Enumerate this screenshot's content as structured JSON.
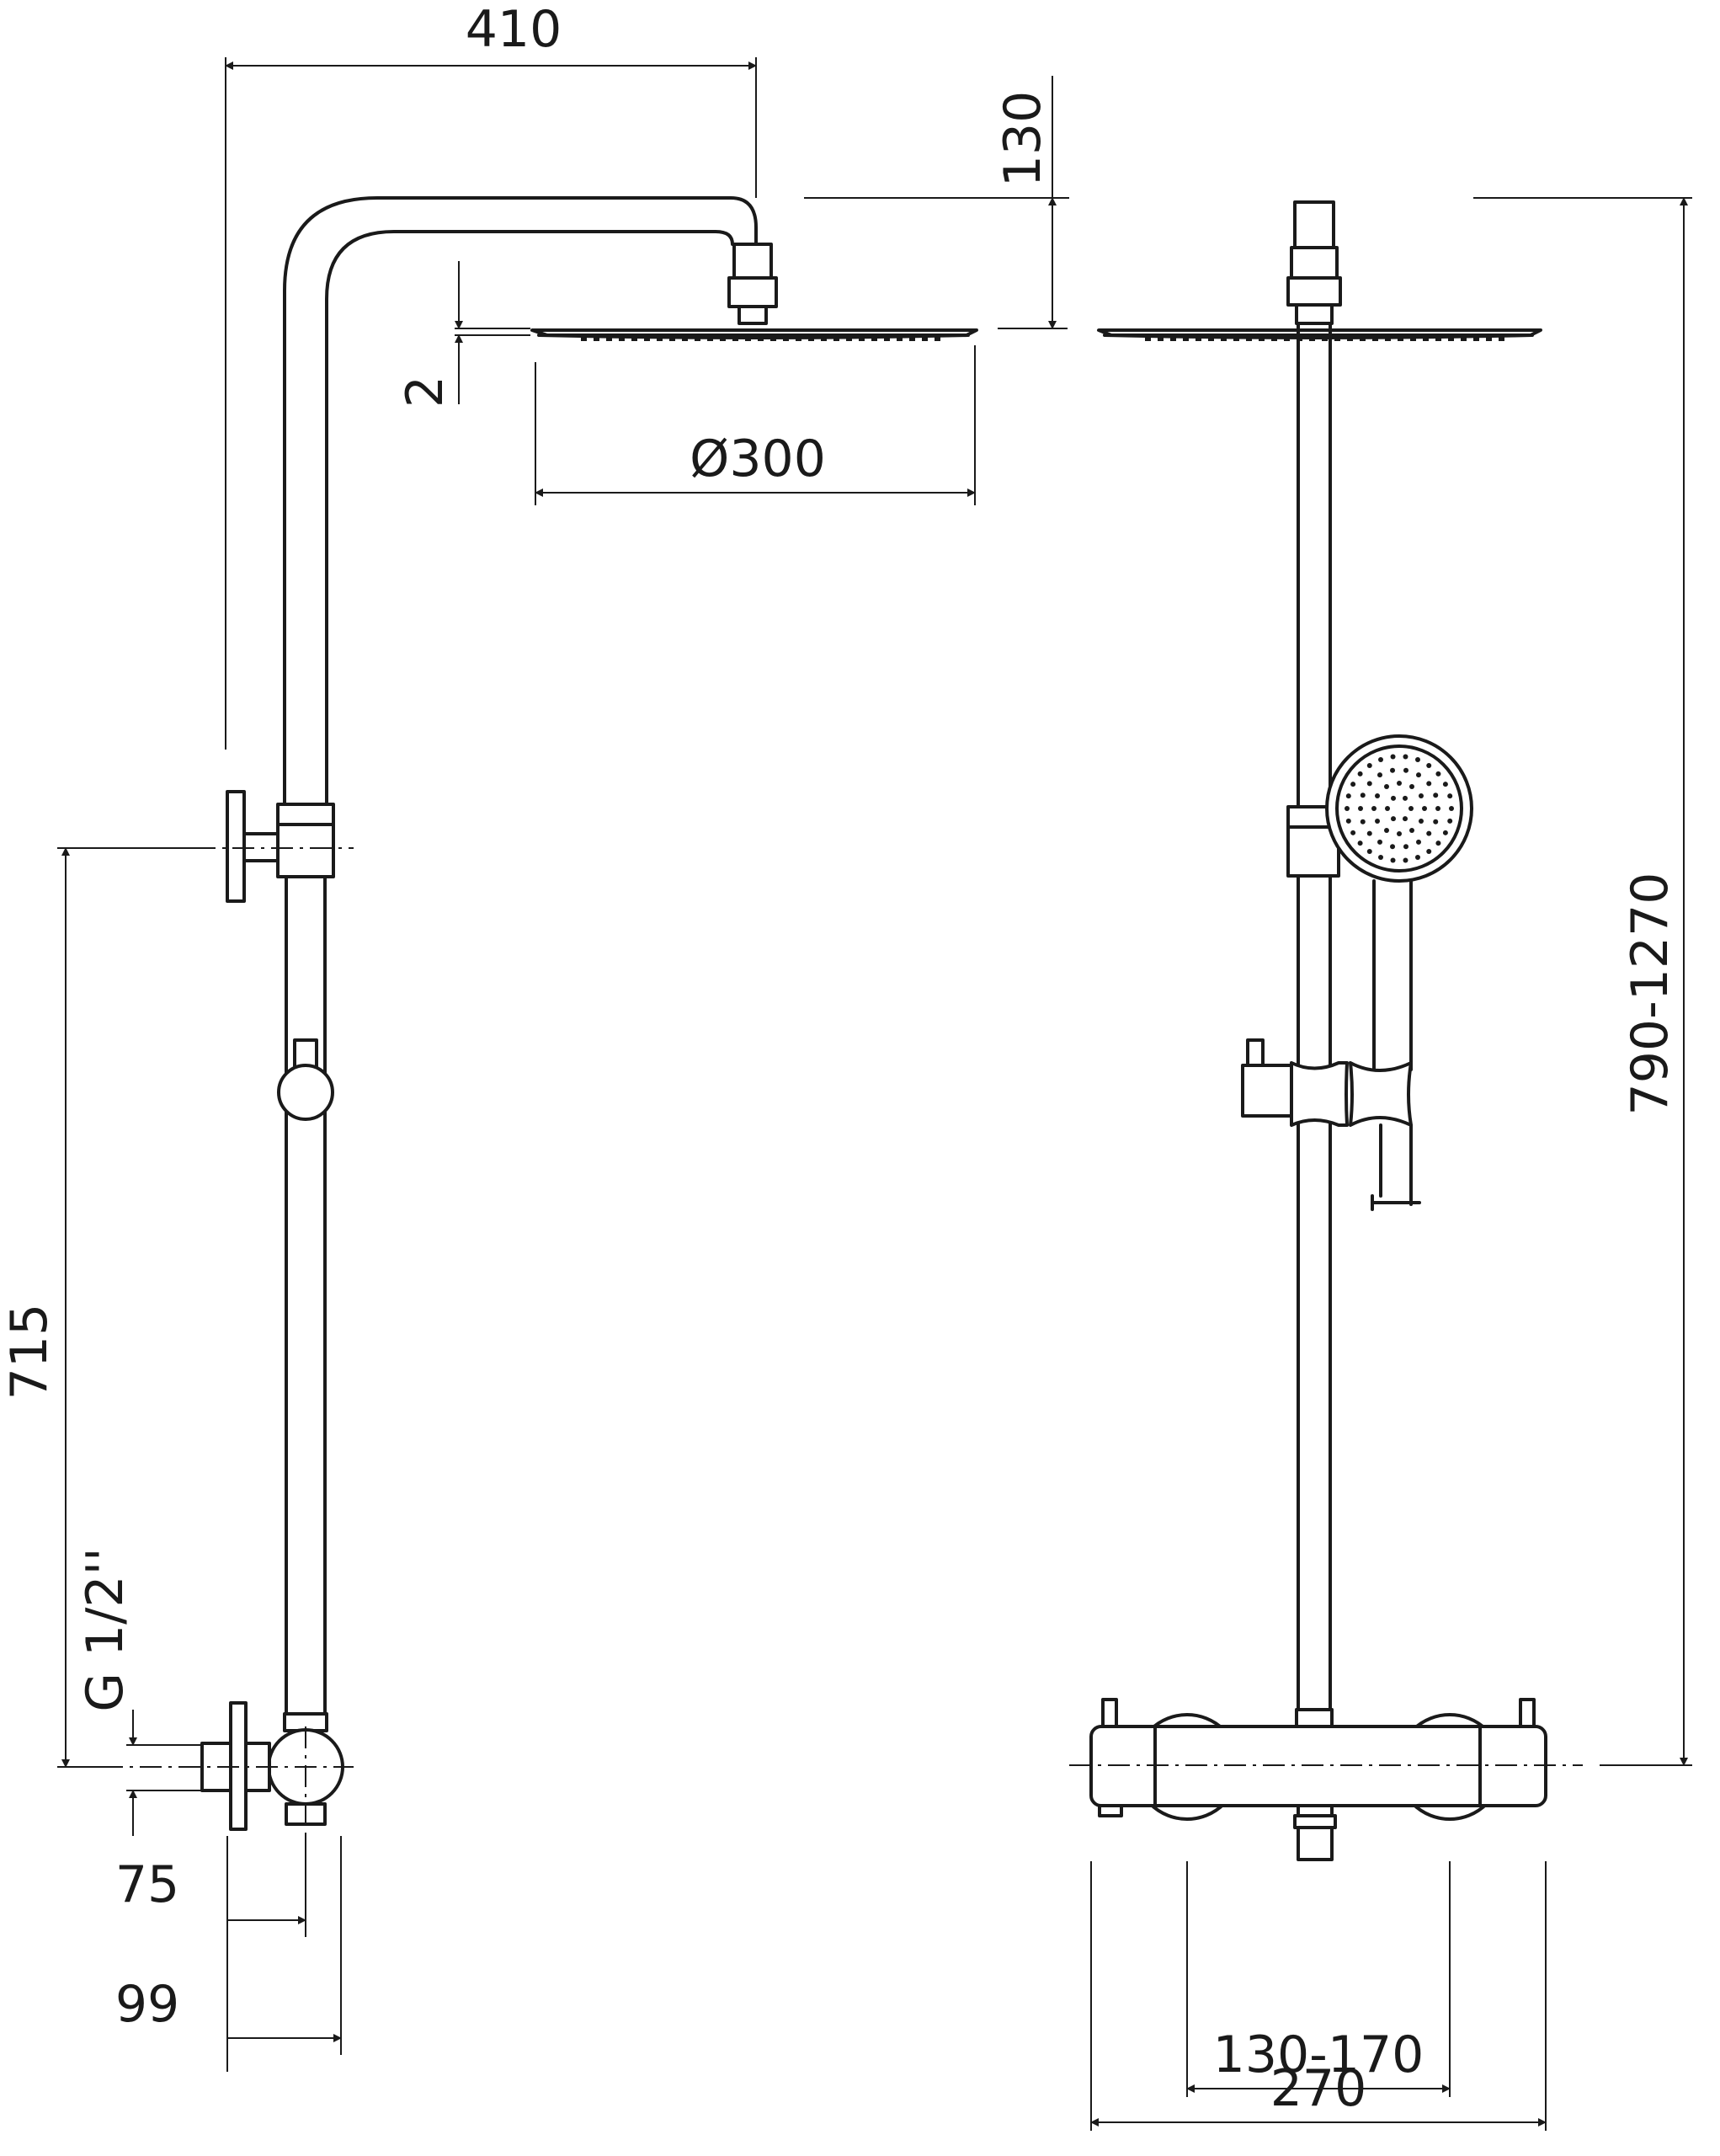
{
  "dimensions": {
    "arm_reach": "410",
    "head_height": "130",
    "head_thickness": "2",
    "head_diameter": "Ø300",
    "inlet_height": "715",
    "thread": "G 1/2''",
    "wall_offset_75": "75",
    "wall_offset_99": "99",
    "total_height": "790-1270",
    "inlet_spacing": "130-170",
    "mixer_width": "270"
  },
  "colors": {
    "line": "#1a1a1a",
    "background": "#ffffff"
  }
}
